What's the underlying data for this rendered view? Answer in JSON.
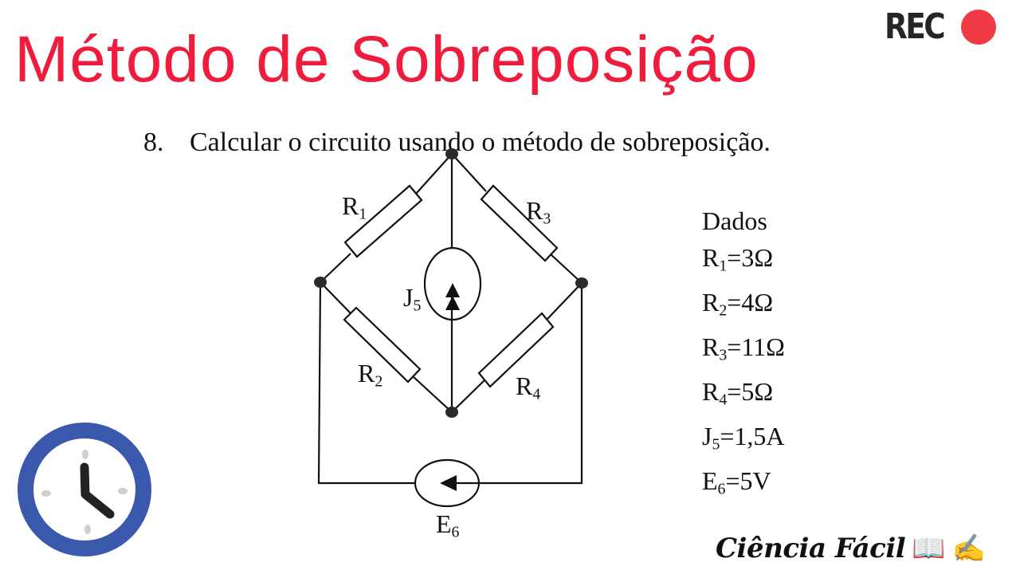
{
  "header": {
    "title": "Método de Sobreposição",
    "title_color": "#f01c3c",
    "rec_badge": {
      "label": "REC",
      "dot_color": "#f03a46"
    }
  },
  "problem": {
    "number": "8.",
    "statement": "Calcular o circuito usando o método de sobreposição."
  },
  "circuit": {
    "components": [
      {
        "id": "R1",
        "letter": "R",
        "sub": "1",
        "type": "resistor"
      },
      {
        "id": "R2",
        "letter": "R",
        "sub": "2",
        "type": "resistor"
      },
      {
        "id": "R3",
        "letter": "R",
        "sub": "3",
        "type": "resistor"
      },
      {
        "id": "R4",
        "letter": "R",
        "sub": "4",
        "type": "resistor"
      },
      {
        "id": "J5",
        "letter": "J",
        "sub": "5",
        "type": "current-source",
        "arrow": "up"
      },
      {
        "id": "E6",
        "letter": "E",
        "sub": "6",
        "type": "voltage-source",
        "arrow": "left"
      }
    ]
  },
  "data_panel": {
    "heading": "Dados",
    "items": [
      {
        "letter": "R",
        "sub": "1",
        "value": "=3Ω"
      },
      {
        "letter": "R",
        "sub": "2",
        "value": "=4Ω"
      },
      {
        "letter": "R",
        "sub": "3",
        "value": "=11Ω"
      },
      {
        "letter": "R",
        "sub": "4",
        "value": "=5Ω"
      },
      {
        "letter": "J",
        "sub": "5",
        "value": "=1,5A"
      },
      {
        "letter": "E",
        "sub": "6",
        "value": "=5V"
      }
    ]
  },
  "decorations": {
    "clock_icon": {
      "ring_color": "#3a59ad",
      "time": "4:00"
    },
    "brand": {
      "text": "Ciência Fácil",
      "icons": [
        "📖",
        "✍️"
      ]
    }
  }
}
